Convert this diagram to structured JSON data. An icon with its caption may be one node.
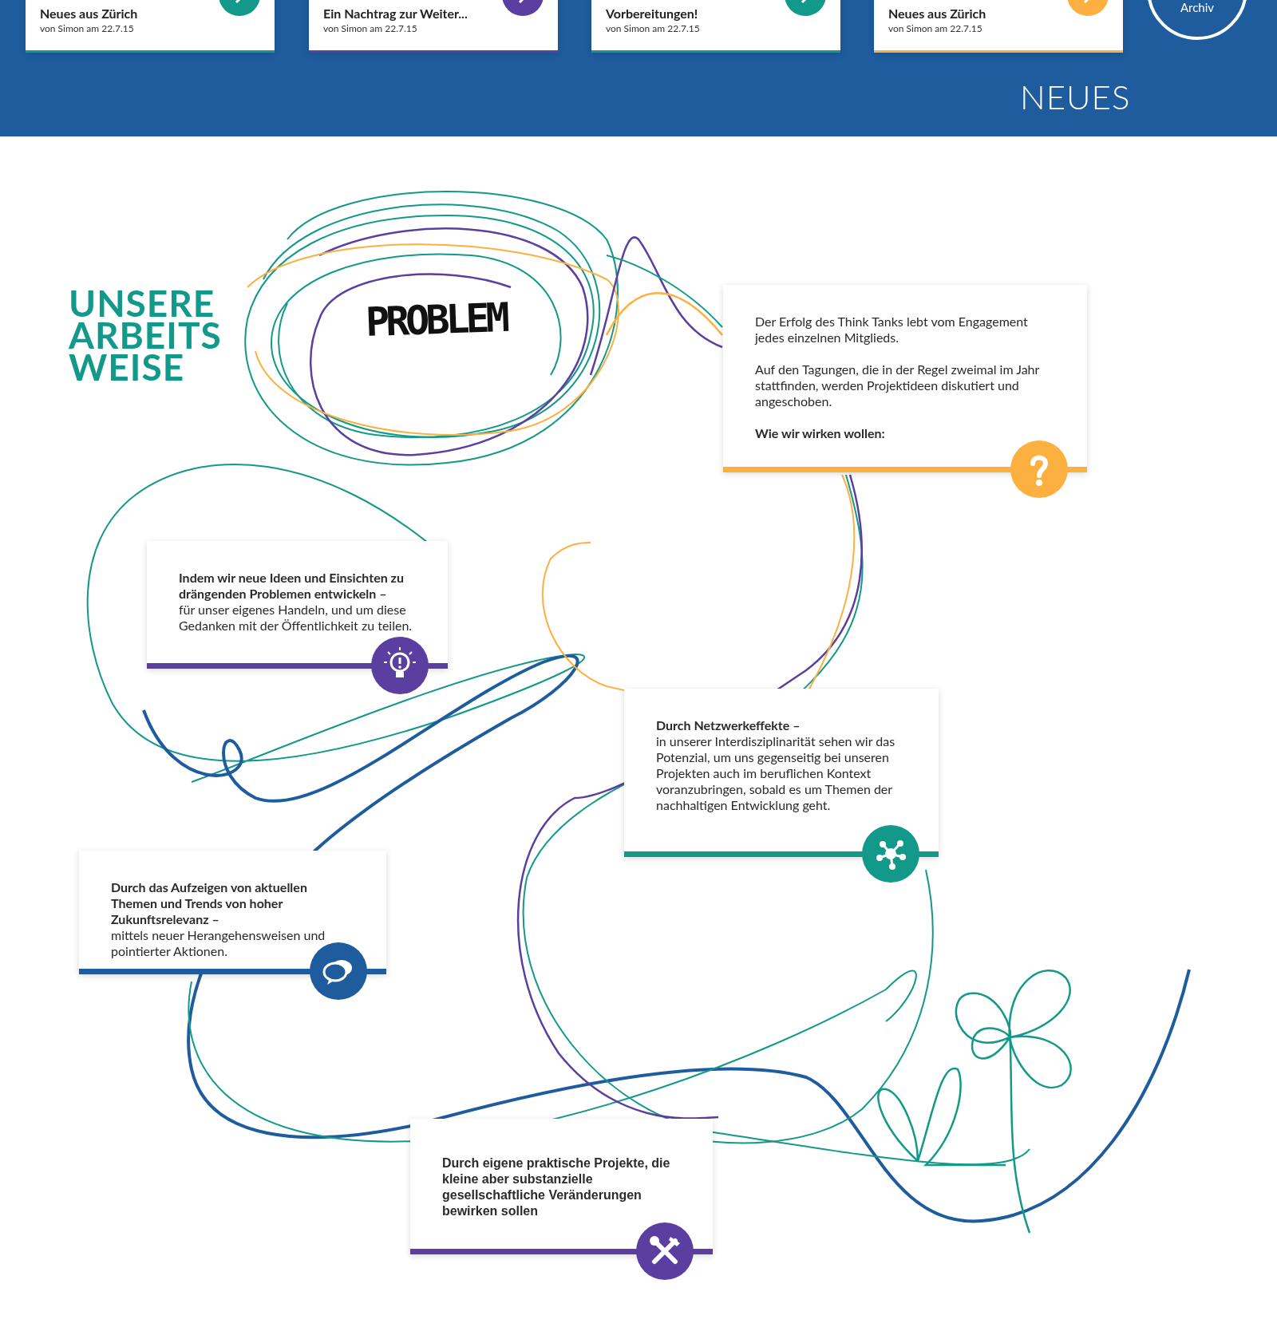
{
  "diagram": {
    "title": "UNSERE ARBEITS WEISE",
    "nodes": [
      {
        "text": [
          "Neues aus Zürich",
          "von Simon am 22.7.15"
        ]
      },
      {
        "text": [
          "Ein Nachtrag zur Weiter...",
          "von Simon am 22.7.15"
        ]
      },
      {
        "text": [
          "Vorbereitungen!",
          "von Simon am 22.7.15"
        ]
      },
      {
        "text": [
          "Neues aus Zürich",
          "von Simon am 22.7.15"
        ]
      },
      {
        "text": [
          "Archiv"
        ]
      },
      {
        "text": [
          "Der Erfolg des Think Tanks lebt vom Engagement jedes einzelnen Mitglieds.",
          "Auf den Tagungen, die in der Regel zweimal im Jahr stattfinden, werden Projektideen diskutiert und angeschoben.",
          "Wie wir wirken wollen:"
        ]
      },
      {
        "text": [
          "Indem wir neue Ideen und Einsichten zu drängenden Problemen entwickeln –",
          "für unser eigenes Handeln, und um diese Gedanken mit der Öffentlichkeit zu teilen."
        ]
      },
      {
        "text": [
          "Durch Netzwerkeffekte –",
          "in unserer Interdisziplinarität sehen wir das Potenzial, um uns gegenseitig bei unseren Projekten auch im beruflichen Kontext voranzubringen, sobald es um Themen der nachhaltigen Entwicklung geht."
        ]
      },
      {
        "text": [
          "Durch das Aufzeigen von aktuellen Themen und Trends von hoher Zukunftsrelevanz –",
          "mittels neuer Herangehensweisen und pointierter Aktionen."
        ]
      },
      {
        "text": [
          "Durch eigene praktische Projekte, die kleine aber substanzielle gesellschaftliche Veränderungen bewirken sollen"
        ]
      }
    ],
    "labels": [
      "NEUES",
      "PROBLEM"
    ]
  }
}
